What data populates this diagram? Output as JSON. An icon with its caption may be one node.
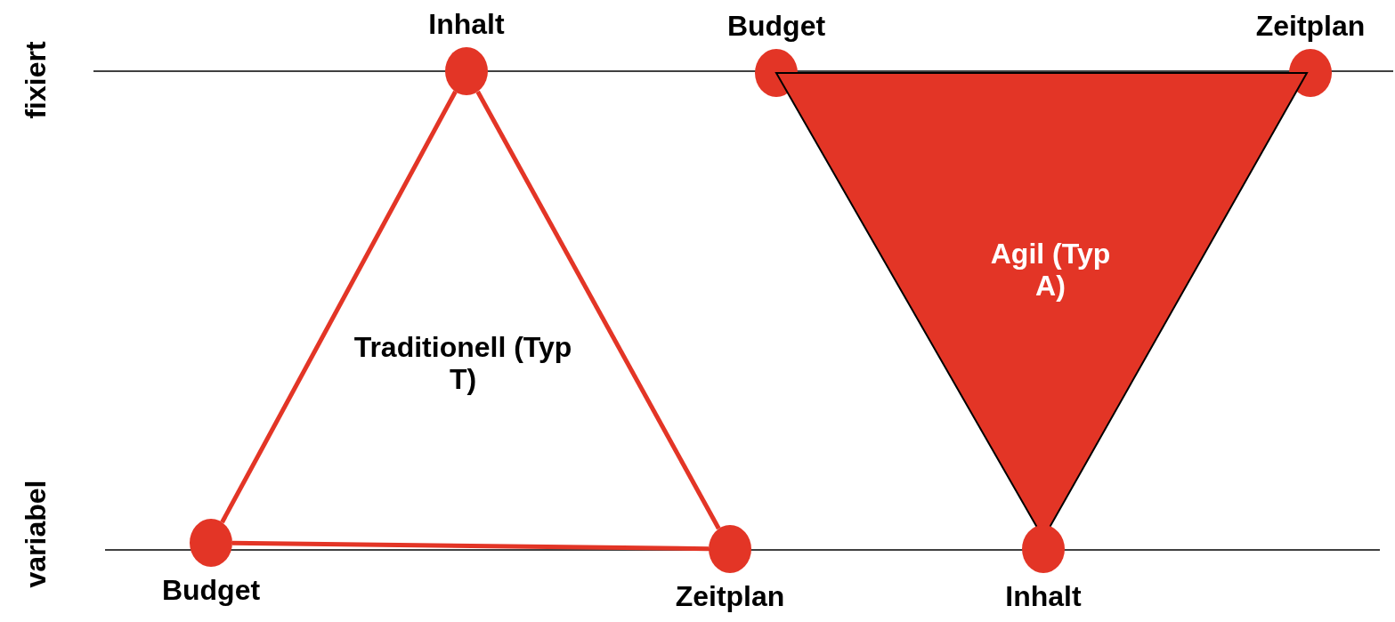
{
  "diagram": {
    "nodes": [
      {
        "text": [
          "Inhalt"
        ]
      },
      {
        "text": [
          "Budget"
        ]
      },
      {
        "text": [
          "Zeitplan"
        ]
      },
      {
        "text": [
          "Agil (Typ A)"
        ]
      },
      {
        "text": [
          "Budget"
        ]
      },
      {
        "text": [
          "Zeitplan"
        ]
      },
      {
        "text": [
          "Inhalt"
        ]
      }
    ],
    "edges": [
      {
        "from": 0,
        "to": 4,
        "arrow": "none"
      },
      {
        "from": 0,
        "to": 5,
        "arrow": "none"
      },
      {
        "from": 4,
        "to": 5,
        "arrow": "none"
      }
    ],
    "labels": [
      "fixiert",
      "Traditionell (Typ T)",
      "variabel"
    ]
  }
}
